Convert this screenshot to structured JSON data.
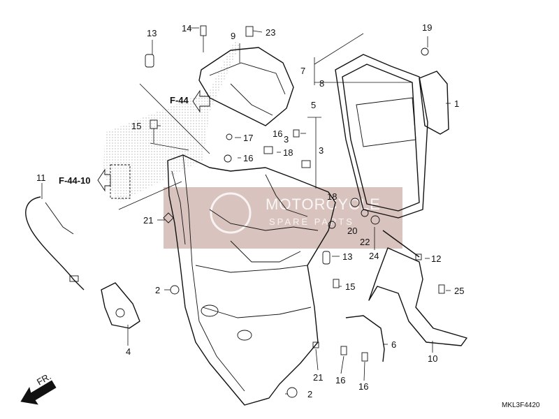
{
  "part_labels": [
    {
      "id": "p1",
      "text": "1"
    },
    {
      "id": "p2a",
      "text": "2"
    },
    {
      "id": "p2b",
      "text": "2"
    },
    {
      "id": "p3a",
      "text": "3"
    },
    {
      "id": "p3b",
      "text": "3"
    },
    {
      "id": "p4",
      "text": "4"
    },
    {
      "id": "p5",
      "text": "5"
    },
    {
      "id": "p6",
      "text": "6"
    },
    {
      "id": "p7",
      "text": "7"
    },
    {
      "id": "p8",
      "text": "8"
    },
    {
      "id": "p9",
      "text": "9"
    },
    {
      "id": "p10",
      "text": "10"
    },
    {
      "id": "p11",
      "text": "11"
    },
    {
      "id": "p12",
      "text": "12"
    },
    {
      "id": "p13a",
      "text": "13"
    },
    {
      "id": "p13b",
      "text": "13"
    },
    {
      "id": "p14",
      "text": "14"
    },
    {
      "id": "p15a",
      "text": "15"
    },
    {
      "id": "p15b",
      "text": "15"
    },
    {
      "id": "p16a",
      "text": "16"
    },
    {
      "id": "p16b",
      "text": "16"
    },
    {
      "id": "p16c",
      "text": "16"
    },
    {
      "id": "p16d",
      "text": "16"
    },
    {
      "id": "p17",
      "text": "17"
    },
    {
      "id": "p18a",
      "text": "18"
    },
    {
      "id": "p18b",
      "text": "18"
    },
    {
      "id": "p19",
      "text": "19"
    },
    {
      "id": "p20",
      "text": "20"
    },
    {
      "id": "p21a",
      "text": "21"
    },
    {
      "id": "p21b",
      "text": "21"
    },
    {
      "id": "p22",
      "text": "22"
    },
    {
      "id": "p23",
      "text": "23"
    },
    {
      "id": "p24",
      "text": "24"
    },
    {
      "id": "p25",
      "text": "25"
    }
  ],
  "references": {
    "f44": "F-44",
    "f4410": "F-44-10"
  },
  "front_arrow_label": "FR.",
  "diagram_code": "MKL3F4420",
  "watermark": {
    "line1": "MOTORCYCLE",
    "line2": "SPARE PARTS",
    "color": "#c9a9a3"
  }
}
